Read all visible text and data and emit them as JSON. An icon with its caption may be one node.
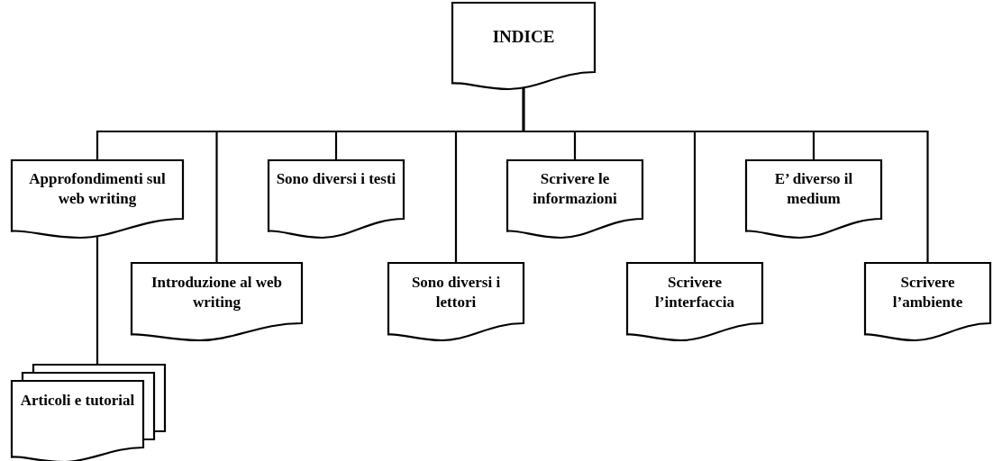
{
  "diagram": {
    "nodes": [
      {
        "text": [
          "INDICE"
        ]
      },
      {
        "text": [
          "Approfondimenti sul web writing"
        ]
      },
      {
        "text": [
          "Introduzione al web writing"
        ]
      },
      {
        "text": [
          "Sono diversi i testi"
        ]
      },
      {
        "text": [
          "Sono diversi i lettori"
        ]
      },
      {
        "text": [
          "Scrivere le informazioni"
        ]
      },
      {
        "text": [
          "Scrivere l’interfaccia"
        ]
      },
      {
        "text": [
          "E’ diverso il medium"
        ]
      },
      {
        "text": [
          "Scrivere l’ambiente"
        ]
      },
      {
        "text": [
          "Articoli e tutorial"
        ]
      }
    ],
    "edges": [
      {
        "from": 0,
        "to": 1,
        "arrow": "none"
      },
      {
        "from": 0,
        "to": 2,
        "arrow": "none"
      },
      {
        "from": 0,
        "to": 3,
        "arrow": "none"
      },
      {
        "from": 0,
        "to": 4,
        "arrow": "none"
      },
      {
        "from": 0,
        "to": 5,
        "arrow": "none"
      },
      {
        "from": 0,
        "to": 6,
        "arrow": "none"
      },
      {
        "from": 0,
        "to": 7,
        "arrow": "none"
      },
      {
        "from": 0,
        "to": 8,
        "arrow": "none"
      },
      {
        "from": 1,
        "to": 9,
        "arrow": "none"
      }
    ]
  }
}
